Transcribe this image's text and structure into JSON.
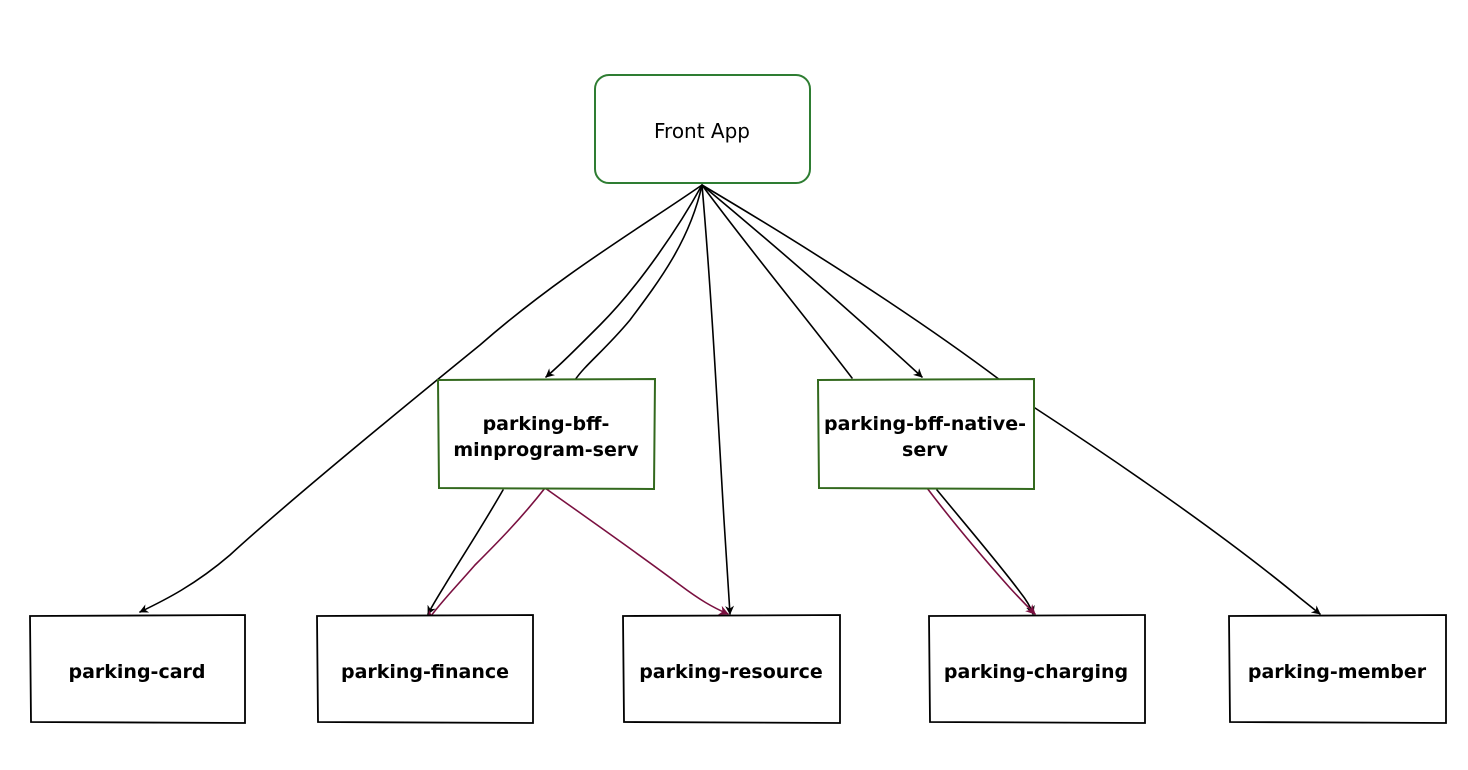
{
  "colors": {
    "background": "#ffffff",
    "front_border": "#2e7d32",
    "bff_border": "#33691e",
    "service_border": "#000000",
    "edge_default": "#000000",
    "edge_highlight": "#7a1040"
  },
  "nodes": {
    "front_app": {
      "label": "Front App"
    },
    "bff_minprogram": {
      "label_lines": [
        "parking-bff-",
        "minprogram-serv"
      ]
    },
    "bff_native": {
      "label_lines": [
        "parking-bff-native-",
        "serv"
      ]
    },
    "card": {
      "label": "parking-card"
    },
    "finance": {
      "label": "parking-finance"
    },
    "resource": {
      "label": "parking-resource"
    },
    "charging": {
      "label": "parking-charging"
    },
    "member": {
      "label": "parking-member"
    }
  },
  "edges": [
    {
      "from": "front_app",
      "to": "card",
      "style": "default"
    },
    {
      "from": "front_app",
      "to": "bff_minprogram",
      "style": "default"
    },
    {
      "from": "front_app",
      "to": "finance",
      "style": "default"
    },
    {
      "from": "front_app",
      "to": "resource",
      "style": "default"
    },
    {
      "from": "front_app",
      "to": "charging",
      "style": "default"
    },
    {
      "from": "front_app",
      "to": "bff_native",
      "style": "default"
    },
    {
      "from": "front_app",
      "to": "member",
      "style": "default"
    },
    {
      "from": "bff_minprogram",
      "to": "finance",
      "style": "highlight"
    },
    {
      "from": "bff_minprogram",
      "to": "resource",
      "style": "highlight"
    },
    {
      "from": "bff_native",
      "to": "charging",
      "style": "highlight"
    }
  ]
}
